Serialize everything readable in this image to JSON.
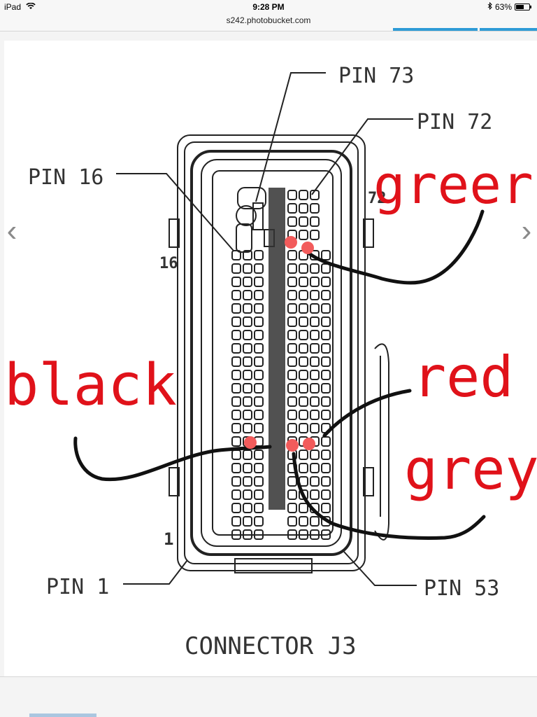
{
  "status_bar": {
    "device": "iPad",
    "time": "9:28 PM",
    "battery": "63%",
    "battery_level": 0.63
  },
  "browser": {
    "url": "s242.photobucket.com"
  },
  "diagram": {
    "pin_labels": {
      "pin73": "PIN 73",
      "pin72": "PIN 72",
      "pin16": "PIN 16",
      "pin1": "PIN 1",
      "pin53": "PIN 53"
    },
    "side_numbers": {
      "n16": "16",
      "n1": "1",
      "n72": "72"
    },
    "caption": "CONNECTOR J3",
    "annotations": {
      "green": "greer",
      "black": "black",
      "red": "red",
      "grey": "grey"
    },
    "annotation_color": "#e0121a",
    "marker_color": "#f25b5b"
  },
  "nav": {
    "prev": "‹",
    "next": "›"
  }
}
